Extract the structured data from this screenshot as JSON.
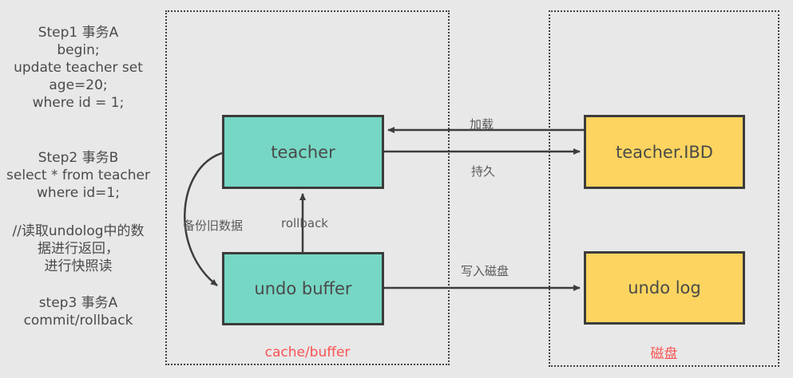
{
  "diagram": {
    "title": "MySQL undo log / undo buffer flow diagram",
    "background_color": "#e8e8e8"
  },
  "notes": {
    "para1": [
      "Step1 事务A",
      "begin;",
      "update teacher set",
      "age=20;",
      "where id = 1;"
    ],
    "para2": [
      "Step2 事务B",
      "select * from teacher",
      "where id=1;"
    ],
    "para3": [
      "//读取undolog中的数",
      "据进行返回，",
      "进行快照读"
    ],
    "para4": [
      "step3 事务A",
      "commit/rollback"
    ]
  },
  "regions": {
    "cache": {
      "label": "cache/buffer",
      "label_color": "#fb5252",
      "border_style": "dotted"
    },
    "disk": {
      "label": "磁盘",
      "label_color": "#fb5252",
      "border_style": "dotted"
    }
  },
  "nodes": {
    "teacher": {
      "label": "teacher",
      "fill": "#76d7c4",
      "region": "cache"
    },
    "undo_buffer": {
      "label": "undo buffer",
      "fill": "#76d7c4",
      "region": "cache"
    },
    "teacher_ibd": {
      "label": "teacher.IBD",
      "fill": "#fcd45f",
      "region": "disk"
    },
    "undo_log": {
      "label": "undo log",
      "fill": "#fcd45f",
      "region": "disk"
    }
  },
  "edges": {
    "load": {
      "label": "加载",
      "from": "teacher_ibd",
      "to": "teacher"
    },
    "persist": {
      "label": "持久",
      "from": "teacher",
      "to": "teacher_ibd"
    },
    "write_disk": {
      "label": "写入磁盘",
      "from": "undo_buffer",
      "to": "undo_log"
    },
    "rollback": {
      "label": "rollback",
      "from": "undo_buffer",
      "to": "teacher"
    },
    "backup_old_data": {
      "label": "备份旧数据",
      "from": "teacher",
      "to": "undo_buffer"
    }
  },
  "colors": {
    "arrow": "#3d3d3d",
    "node_border": "#3c3c3c",
    "text": "#4a4a4a",
    "accent_red": "#fb5252",
    "teal": "#76d7c4",
    "yellow": "#fcd45f"
  }
}
